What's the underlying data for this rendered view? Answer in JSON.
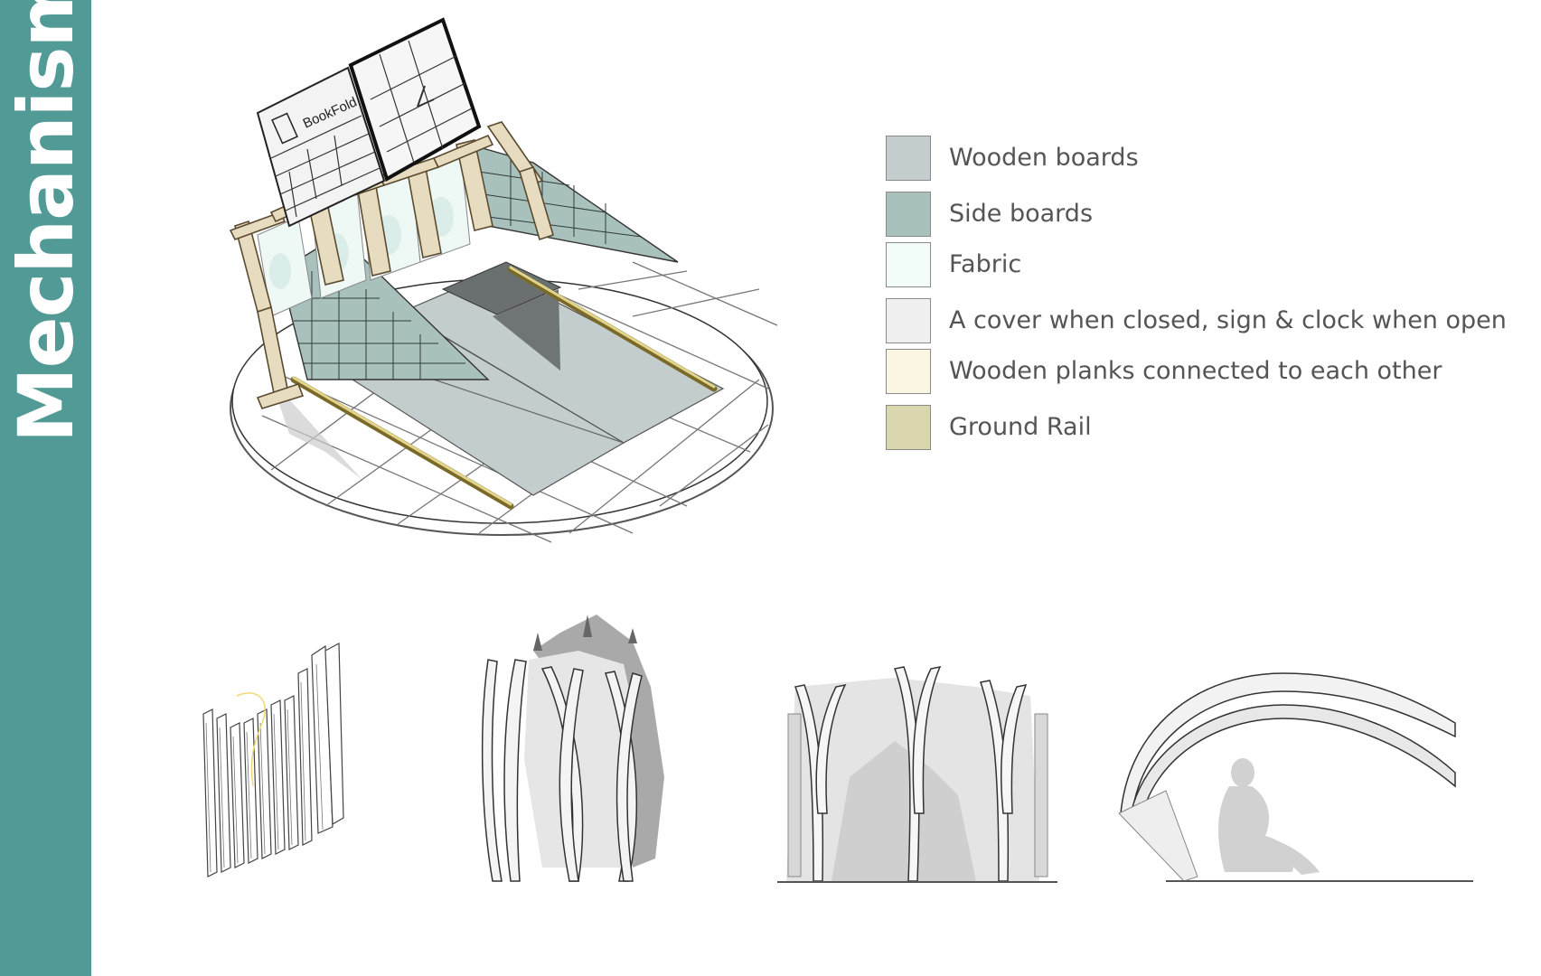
{
  "sidebar": {
    "title": "Mechanism",
    "color": "#519a95"
  },
  "main_illustration": {
    "sign_text": "BookFold"
  },
  "legend": {
    "items": [
      {
        "label": "Wooden boards",
        "color": "#c3cdcd"
      },
      {
        "label": "Side boards",
        "color": "#a9c1bd"
      },
      {
        "label": "Fabric",
        "color": "#f2fcf8"
      },
      {
        "label": "A cover when closed, sign & clock when open",
        "color": "#f0f0f0"
      },
      {
        "label": "Wooden planks connected to each other",
        "color": "#fbf5e3"
      },
      {
        "label": "Ground Rail",
        "color": "#dad6ad"
      }
    ]
  },
  "icons": [
    "isometric-mechanism-illustration",
    "planks-sketch",
    "bent-boards-sketch",
    "pleated-panels-sketch",
    "arch-shelter-sketch"
  ]
}
